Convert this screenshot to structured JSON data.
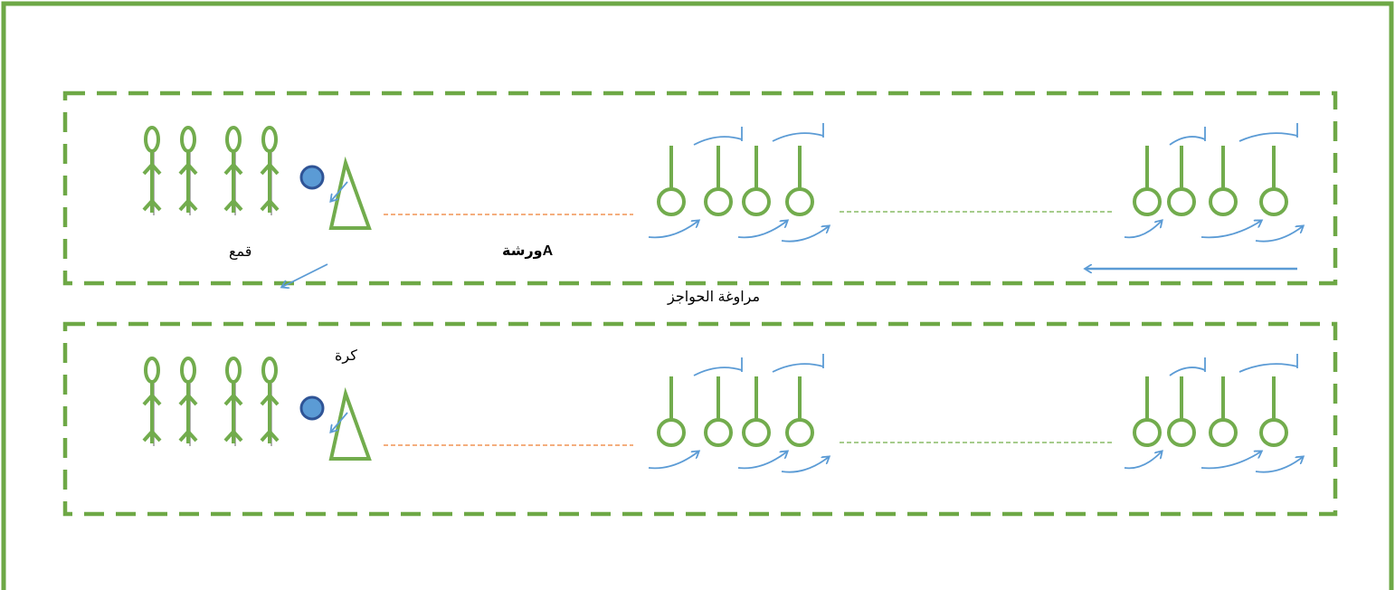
{
  "labels": {
    "workshop_title": "Aورشة",
    "activity_name": "مراوغة الحواجز",
    "cone_label_top": "قمع",
    "ball_label_bottom": "كرة"
  },
  "colors": {
    "frame": "#6ea846",
    "figure": "#72ac4d",
    "arrow": "#5b9bd5",
    "ball_fill": "#5b9bd5",
    "ball_stroke": "#2f5496",
    "orange_dash": "#ed7d31",
    "green_dash": "#70ad47"
  },
  "icons": {
    "player": "stick-figure-player-icon",
    "ball": "ball-icon",
    "cone": "cone-triangle-icon",
    "hurdle": "hurdle-pole-icon",
    "direction": "curved-arrow-icon"
  },
  "diagram": {
    "lanes": 2,
    "players_per_lane": 4,
    "hurdle_groups_per_lane": 2,
    "hurdles_per_group": 4
  }
}
